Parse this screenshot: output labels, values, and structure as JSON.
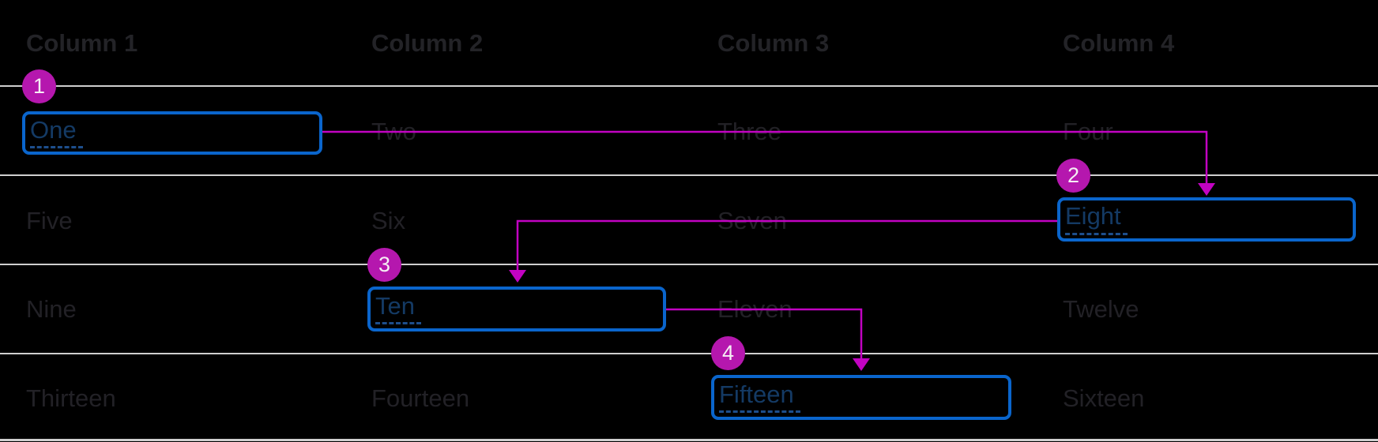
{
  "table": {
    "headers": [
      "Column 1",
      "Column 2",
      "Column 3",
      "Column 4"
    ],
    "rows": [
      {
        "cells": [
          "One",
          "Two",
          "Three",
          "Four"
        ]
      },
      {
        "cells": [
          "Five",
          "Six",
          "Seven",
          "Eight"
        ]
      },
      {
        "cells": [
          "Nine",
          "Ten",
          "Eleven",
          "Twelve"
        ]
      },
      {
        "cells": [
          "Thirteen",
          "Fourteen",
          "Fifteen",
          "Sixteen"
        ]
      }
    ]
  },
  "focus_steps": [
    {
      "number": "1",
      "cell": "One"
    },
    {
      "number": "2",
      "cell": "Eight"
    },
    {
      "number": "3",
      "cell": "Ten"
    },
    {
      "number": "4",
      "cell": "Fifteen"
    }
  ],
  "colors": {
    "background": "#000000",
    "row_divider": "#cfcfcf",
    "header_text": "#232327",
    "cell_text": "#222126",
    "focus_border": "#0a65cc",
    "focus_text": "#143a64",
    "focus_underline": "#1d4e8c",
    "badge_fill": "#b517ae",
    "badge_text": "#f5eef4",
    "connector": "#c203c2"
  }
}
